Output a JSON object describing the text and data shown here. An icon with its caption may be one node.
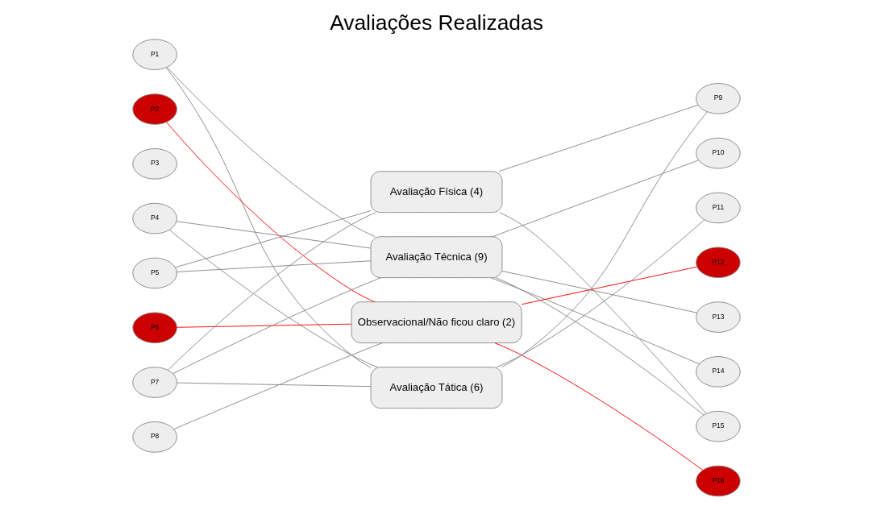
{
  "diagram": {
    "title": "Avaliações Realizadas",
    "nodes": [
      {
        "text": [
          "P1"
        ]
      },
      {
        "text": [
          "P2"
        ]
      },
      {
        "text": [
          "P3"
        ]
      },
      {
        "text": [
          "P4"
        ]
      },
      {
        "text": [
          "P5"
        ]
      },
      {
        "text": [
          "P6"
        ]
      },
      {
        "text": [
          "P7"
        ]
      },
      {
        "text": [
          "P8"
        ]
      },
      {
        "text": [
          "Avaliação Física (4)"
        ]
      },
      {
        "text": [
          "Avaliação Técnica (9)"
        ]
      },
      {
        "text": [
          "Observacional/Não ficou claro (2)"
        ]
      },
      {
        "text": [
          "Avaliação Tática (6)"
        ]
      },
      {
        "text": [
          "P9"
        ]
      },
      {
        "text": [
          "P10"
        ]
      },
      {
        "text": [
          "P11"
        ]
      },
      {
        "text": [
          "P12"
        ]
      },
      {
        "text": [
          "P13"
        ]
      },
      {
        "text": [
          "P14"
        ]
      },
      {
        "text": [
          "P15"
        ]
      },
      {
        "text": [
          "P16"
        ]
      }
    ],
    "edges": [
      {
        "from": 0,
        "to": 9,
        "arrow": "none"
      },
      {
        "from": 0,
        "to": 11,
        "arrow": "none"
      },
      {
        "from": 1,
        "to": 10,
        "arrow": "none",
        "color": "#ff0000"
      },
      {
        "from": 3,
        "to": 9,
        "arrow": "none"
      },
      {
        "from": 3,
        "to": 11,
        "arrow": "none"
      },
      {
        "from": 4,
        "to": 8,
        "arrow": "none"
      },
      {
        "from": 4,
        "to": 9,
        "arrow": "none"
      },
      {
        "from": 5,
        "to": 10,
        "arrow": "none",
        "color": "#ff0000"
      },
      {
        "from": 6,
        "to": 8,
        "arrow": "none"
      },
      {
        "from": 6,
        "to": 9,
        "arrow": "none"
      },
      {
        "from": 6,
        "to": 11,
        "arrow": "none"
      },
      {
        "from": 7,
        "to": 10,
        "arrow": "none"
      },
      {
        "from": 8,
        "to": 12,
        "arrow": "none"
      },
      {
        "from": 8,
        "to": 18,
        "arrow": "none"
      },
      {
        "from": 9,
        "to": 13,
        "arrow": "none"
      },
      {
        "from": 9,
        "to": 16,
        "arrow": "none"
      },
      {
        "from": 9,
        "to": 17,
        "arrow": "none"
      },
      {
        "from": 9,
        "to": 18,
        "arrow": "none"
      },
      {
        "from": 10,
        "to": 15,
        "arrow": "none",
        "color": "#ff0000"
      },
      {
        "from": 10,
        "to": 19,
        "arrow": "none",
        "color": "#ff0000"
      },
      {
        "from": 11,
        "to": 12,
        "arrow": "none"
      },
      {
        "from": 11,
        "to": 14,
        "arrow": "none"
      }
    ]
  }
}
